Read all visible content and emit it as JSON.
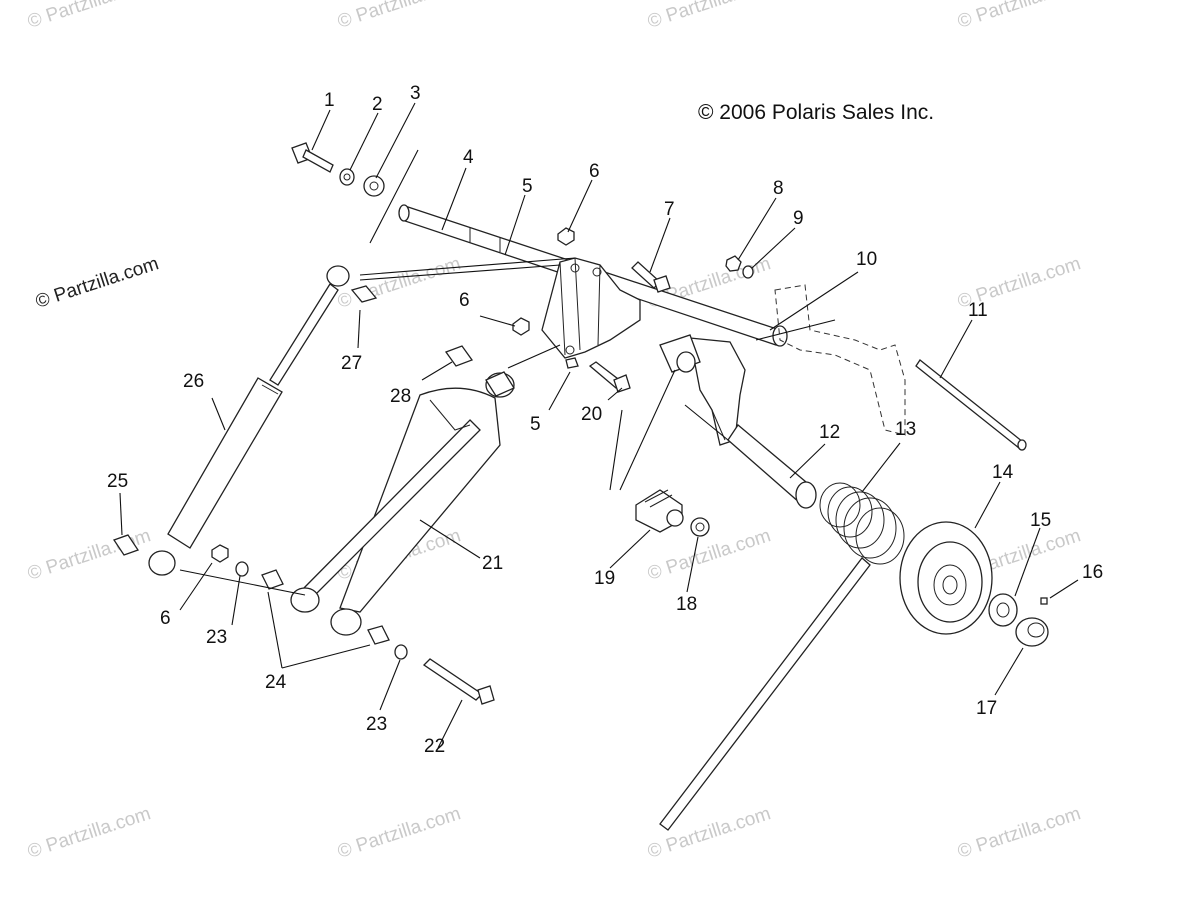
{
  "copyright": "© 2006 Polaris Sales Inc.",
  "watermark": {
    "text": "© Partzilla.com",
    "color": "#c9c9c9"
  },
  "callouts": [
    "1",
    "2",
    "3",
    "4",
    "5",
    "6",
    "7",
    "8",
    "9",
    "10",
    "11",
    "12",
    "13",
    "14",
    "15",
    "16",
    "17",
    "18",
    "19",
    "20",
    "21",
    "22",
    "23",
    "24",
    "25",
    "26",
    "27",
    "28"
  ],
  "repeat_callouts": {
    "five_b": "5",
    "six_b": "6",
    "six_c": "6",
    "twentythree_b": "23"
  }
}
